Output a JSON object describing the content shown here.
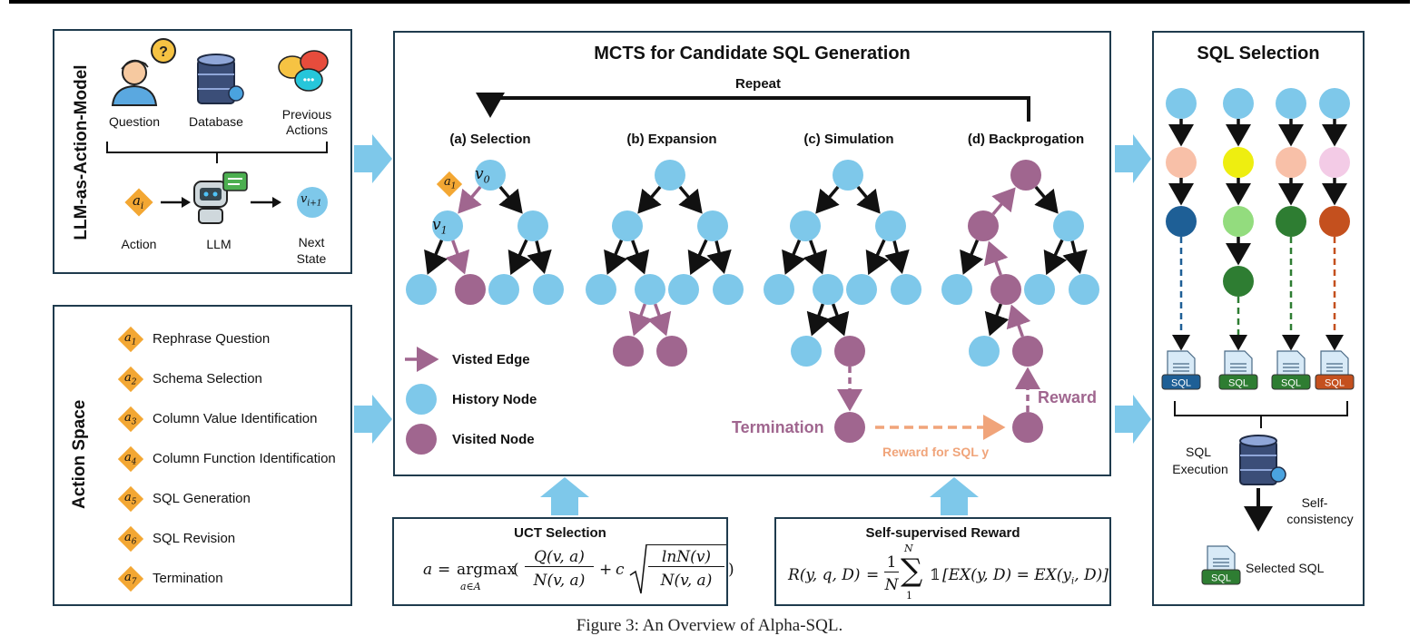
{
  "colors": {
    "history_node": "#7ec8ea",
    "visited_node": "#a0668f",
    "visited_edge": "#a0668f",
    "reward_dash": "#f0a47a",
    "big_arrow": "#7ec8ea",
    "action_diamond": "#f3a733",
    "panel_border": "#1f3b4d"
  },
  "llm_panel": {
    "side_title": "LLM-as-Action-Model",
    "question": "Question",
    "database": "Database",
    "previous_actions_1": "Previous",
    "previous_actions_2": "Actions",
    "action_symbol": "a_i",
    "action": "Action",
    "llm": "LLM",
    "next_state_symbol": "v_{i+1}",
    "next_state_1": "Next",
    "next_state_2": "State"
  },
  "action_space": {
    "side_title": "Action Space",
    "items": [
      {
        "sym": "1",
        "label": "Rephrase Question"
      },
      {
        "sym": "2",
        "label": "Schema Selection"
      },
      {
        "sym": "3",
        "label": "Column Value Identification"
      },
      {
        "sym": "4",
        "label": "Column Function Identification"
      },
      {
        "sym": "5",
        "label": "SQL Generation"
      },
      {
        "sym": "6",
        "label": "SQL Revision"
      },
      {
        "sym": "7",
        "label": "Termination"
      }
    ]
  },
  "mcts": {
    "title": "MCTS for Candidate SQL Generation",
    "repeat": "Repeat",
    "selection": "(a) Selection",
    "expansion": "(b) Expansion",
    "simulation": "(c) Simulation",
    "backprop": "(d) Backprogation",
    "legend_edge": "Visted Edge",
    "legend_history": "History Node",
    "legend_visited": "Visited Node",
    "termination": "Termination",
    "reward": "Reward",
    "reward_for_sql": "Reward for SQL y",
    "a1": "a",
    "v0": "v",
    "v1": "v"
  },
  "uct": {
    "title": "UCT Selection"
  },
  "reward_box": {
    "title": "Self-supervised Reward"
  },
  "selection_panel": {
    "title": "SQL Selection",
    "sql": "SQL",
    "exec_1": "SQL",
    "exec_2": "Execution",
    "consistency_1": "Self-",
    "consistency_2": "consistency",
    "selected": "Selected SQL",
    "columns": [
      {
        "nodes": [
          "#7ec8ea",
          "#f8c0a8",
          "#1e5f96"
        ],
        "tag": "#1e5f96"
      },
      {
        "nodes": [
          "#7ec8ea",
          "#eeee10",
          "#93dc7e",
          "#2e7d32"
        ],
        "tag": "#2e7d32"
      },
      {
        "nodes": [
          "#7ec8ea",
          "#f8c0a8",
          "#2e7d32"
        ],
        "tag": "#2e7d32"
      },
      {
        "nodes": [
          "#7ec8ea",
          "#f3cbe6",
          "#c4501e"
        ],
        "tag": "#c4501e"
      }
    ]
  },
  "caption": "Figure 3: An Overview of Alpha-SQL."
}
